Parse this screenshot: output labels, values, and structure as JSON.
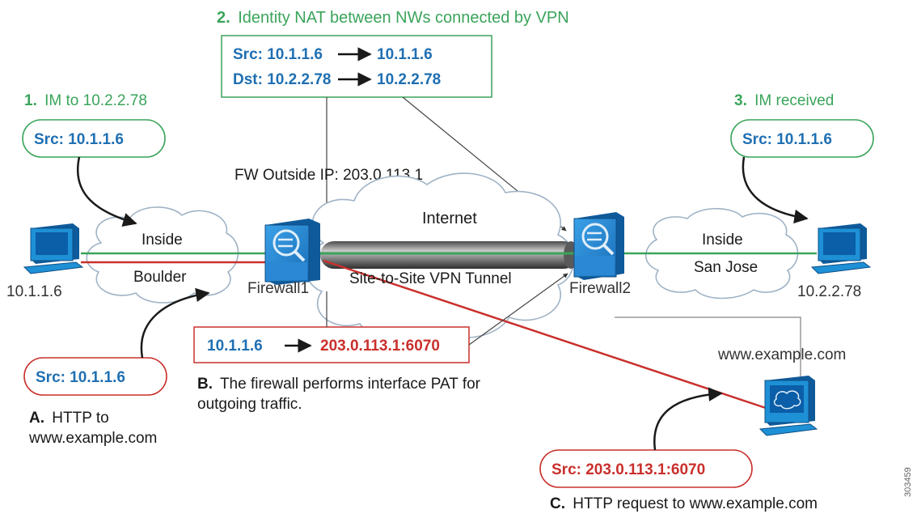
{
  "steps": {
    "step1": {
      "num": "1.",
      "text": "IM to 10.2.2.78"
    },
    "step2": {
      "num": "2.",
      "text": "Identity NAT between NWs connected by VPN"
    },
    "step3": {
      "num": "3.",
      "text": "IM received"
    },
    "stepA": {
      "num": "A.",
      "line1": "HTTP to",
      "line2": "www.example.com"
    },
    "stepB": {
      "num": "B.",
      "line1": "The firewall performs interface PAT for",
      "line2": "outgoing traffic."
    },
    "stepC": {
      "num": "C.",
      "text": "HTTP request to www.example.com"
    }
  },
  "nat_box": {
    "src_label": "Src: 10.1.1.6",
    "src_to": "10.1.1.6",
    "dst_label": "Dst: 10.2.2.78",
    "dst_to": "10.2.2.78",
    "arrow": "→"
  },
  "bubbles": {
    "src_left": "Src: 10.1.1.6",
    "src_right": "Src: 10.1.1.6",
    "src_http": "Src: 10.1.1.6",
    "src_pat": "Src: 203.0.113.1:6070"
  },
  "pat_box": {
    "from": "10.1.1.6",
    "arrow": "→",
    "to": "203.0.113.1:6070"
  },
  "labels": {
    "fw_outside_ip": "FW Outside IP: 203.0.113.1",
    "internet": "Internet",
    "tunnel": "Site-to-Site VPN Tunnel",
    "inside_left": "Inside",
    "boulder": "Boulder",
    "inside_right": "Inside",
    "san_jose": "San Jose",
    "firewall1": "Firewall1",
    "firewall2": "Firewall2",
    "host_left_ip": "10.1.1.6",
    "host_right_ip": "10.2.2.78",
    "server_name": "www.example.com",
    "figure_id": "303459"
  },
  "colors": {
    "green": "#3aa45a",
    "blue": "#1f6fb2",
    "red": "#c9302c",
    "device": "#1e90d6"
  }
}
